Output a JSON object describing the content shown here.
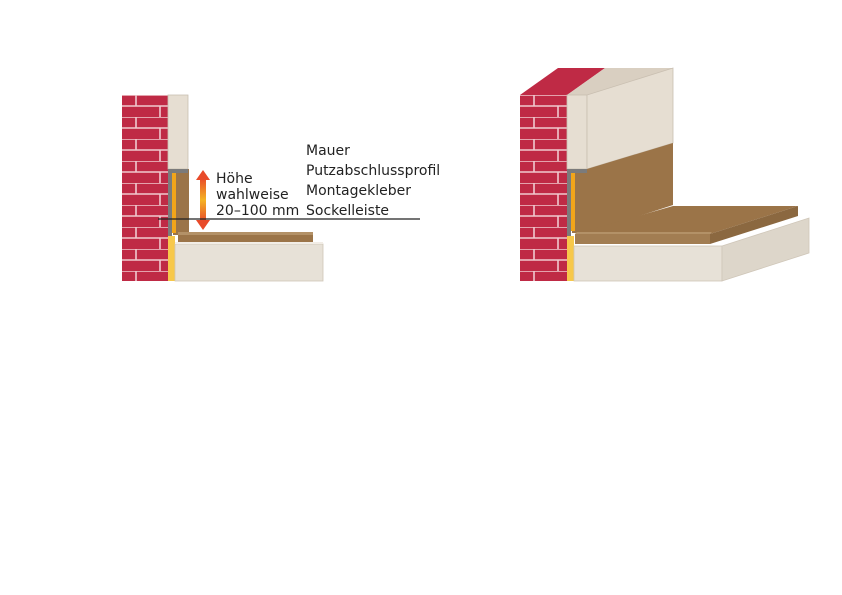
{
  "height_note": {
    "lines": [
      "Höhe",
      "wahlweise",
      "20–100 mm"
    ]
  },
  "legend": {
    "items": [
      "Mauer",
      "Putzabschlussprofil",
      "Montagekleber",
      "Sockelleiste"
    ]
  },
  "colors": {
    "brick": "#bf2a45",
    "mortar": "#f0c9cf",
    "plaster": "#e6ded2",
    "screed": "#e7e1d7",
    "baseboard": "#9b7448",
    "floor_top": "#b39167",
    "insulation": "#f7c84a",
    "adhesive": "#f2a51a",
    "profile": "#7b7b7b",
    "arrow_top": "#e84a2a",
    "arrow_bottom": "#f09a30"
  }
}
